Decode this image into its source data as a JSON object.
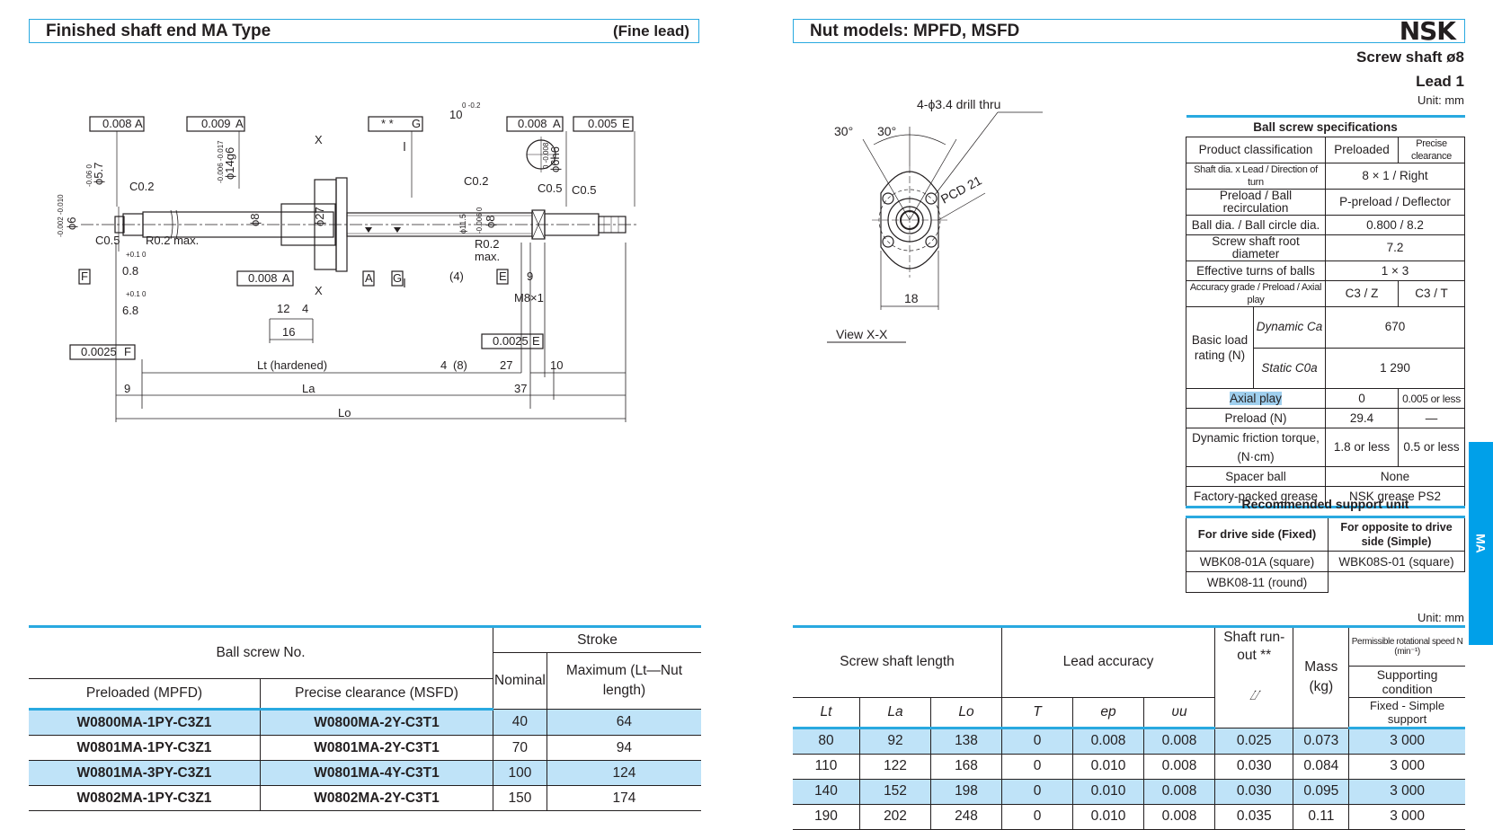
{
  "left_header": {
    "title": "Finished shaft end MA Type",
    "right": "(Fine lead)"
  },
  "right_header": {
    "title": "Nut models: MPFD, MSFD",
    "brand": "NSK"
  },
  "screw_shaft": "Screw shaft ø8",
  "lead": "Lead 1",
  "unit1": "Unit: mm",
  "unit2": "Unit: mm",
  "side_tab": "MA",
  "drawing": {
    "view_label": "View X-X",
    "drill": "4-ϕ3.4 drill thru",
    "pcd": "PCD 21",
    "ang1": "30°",
    "ang2": "30°",
    "nut_w": "18",
    "tol1": "0.008",
    "tol1r": "A",
    "tol2": "0.009",
    "tol2r": "A",
    "tol3": "* *",
    "tol3r": "G",
    "tol4": "0.008",
    "tol4r": "A",
    "tol5": "0.005",
    "tol5r": "E",
    "tol6": "0.008",
    "tol6r": "A",
    "tol7": "0.0025",
    "tol7r": "E",
    "tol8": "0.0025",
    "tol8r": "F",
    "dF": "F",
    "dA": "A",
    "dG": "G",
    "dE": "E",
    "d57": "ϕ5.7",
    "d57t": "-0.06 0",
    "d6": "ϕ6",
    "d6t": "-0.002 -0.010",
    "d14": "ϕ14g6",
    "d14t": "-0.006 -0.017",
    "d8a": "ϕ8",
    "d27": "ϕ27",
    "d8b": "ϕ8",
    "d8bt": "-0.006 0",
    "d115": "ϕ11.5",
    "d6h6": "ϕ6h6",
    "d6h6t": "0 -0.008",
    "c02a": "C0.2",
    "c05a": "C0.5",
    "r02": "R0.2 max.",
    "c02b": "C0.2",
    "r02b": "R0.2",
    "r02bm": "max.",
    "c05b": "C0.5",
    "c05c": "C0.5",
    "x_top": "X",
    "x_bot": "X",
    "w10": "10",
    "w10t": "0 -0.2",
    "g08": "0.8",
    "g08t": "+0.1 0",
    "g68": "6.8",
    "g68t": "+0.1 0",
    "m81": "M8×1",
    "l9": "9",
    "l12": "12",
    "l4": "4",
    "l16": "16",
    "l4b": "(4)",
    "lt": "Lt (hardened)",
    "l4c": "4",
    "l8": "(8)",
    "l27": "27",
    "l10": "10",
    "l9b": "9",
    "la": "La",
    "l37": "37",
    "lo": "Lo"
  },
  "spec": {
    "title": "Ball screw specifications",
    "rows": [
      [
        "Product classification",
        "Preloaded",
        "Precise clearance"
      ],
      [
        "Shaft dia. x Lead / Direction of turn",
        "8 × 1 / Right"
      ],
      [
        "Preload / Ball recirculation",
        "P-preload / Deflector"
      ],
      [
        "Ball dia. / Ball circle dia.",
        "0.800 / 8.2"
      ],
      [
        "Screw shaft root diameter",
        "7.2"
      ],
      [
        "Effective turns of balls",
        "1 × 3"
      ],
      [
        "Accuracy grade / Preload / Axial play",
        "C3 / Z",
        "C3 / T"
      ]
    ],
    "blr": "Basic load rating (N)",
    "dyn": "Dynamic Ca",
    "dyn_v": "670",
    "sta": "Static C0a",
    "sta_v": "1 290",
    "rows2": [
      [
        "Axial play",
        "0",
        "0.005 or less"
      ],
      [
        "Preload (N)",
        "29.4",
        "—"
      ],
      [
        "Dynamic friction torque, (N·cm)",
        "1.8 or less",
        "0.5 or less"
      ],
      [
        "Spacer ball",
        "None"
      ],
      [
        "Factory-packed grease",
        "NSK grease PS2"
      ]
    ]
  },
  "support": {
    "title": "Recommended support unit",
    "h1": "For drive side (Fixed)",
    "h2": "For opposite to drive side (Simple)",
    "r1": [
      "WBK08-01A (square)",
      "WBK08S-01 (square)"
    ],
    "r2": [
      "WBK08-11 (round)"
    ]
  },
  "left_table": {
    "h_bsn": "Ball screw No.",
    "h_stroke": "Stroke",
    "h_pre": "Preloaded (MPFD)",
    "h_prec": "Precise clearance (MSFD)",
    "h_nom": "Nominal",
    "h_max": "Maximum (Lt—Nut length)",
    "rows": [
      [
        "W0800MA-1PY-C3Z1",
        "W0800MA-2Y-C3T1",
        "40",
        "64"
      ],
      [
        "W0801MA-1PY-C3Z1",
        "W0801MA-2Y-C3T1",
        "70",
        "94"
      ],
      [
        "W0801MA-3PY-C3Z1",
        "W0801MA-4Y-C3T1",
        "100",
        "124"
      ],
      [
        "W0802MA-1PY-C3Z1",
        "W0802MA-2Y-C3T1",
        "150",
        "174"
      ]
    ]
  },
  "right_table": {
    "h_len": "Screw shaft length",
    "h_lead": "Lead accuracy",
    "h_run": "Shaft run-out **",
    "h_mass": "Mass (kg)",
    "h_speed": "Permissible rotational speed N (min⁻¹)",
    "h_cond": "Supporting condition",
    "h_fixed": "Fixed - Simple support",
    "h_lt": "Lt",
    "h_la": "La",
    "h_lo": "Lo",
    "h_T": "T",
    "h_ep": "ep",
    "h_vu": "υu",
    "h_sym": "⌰",
    "rows": [
      [
        "80",
        "92",
        "138",
        "0",
        "0.008",
        "0.008",
        "0.025",
        "0.073",
        "3 000"
      ],
      [
        "110",
        "122",
        "168",
        "0",
        "0.010",
        "0.008",
        "0.030",
        "0.084",
        "3 000"
      ],
      [
        "140",
        "152",
        "198",
        "0",
        "0.010",
        "0.008",
        "0.030",
        "0.095",
        "3 000"
      ],
      [
        "190",
        "202",
        "248",
        "0",
        "0.010",
        "0.008",
        "0.035",
        "0.11",
        "3 000"
      ]
    ]
  }
}
